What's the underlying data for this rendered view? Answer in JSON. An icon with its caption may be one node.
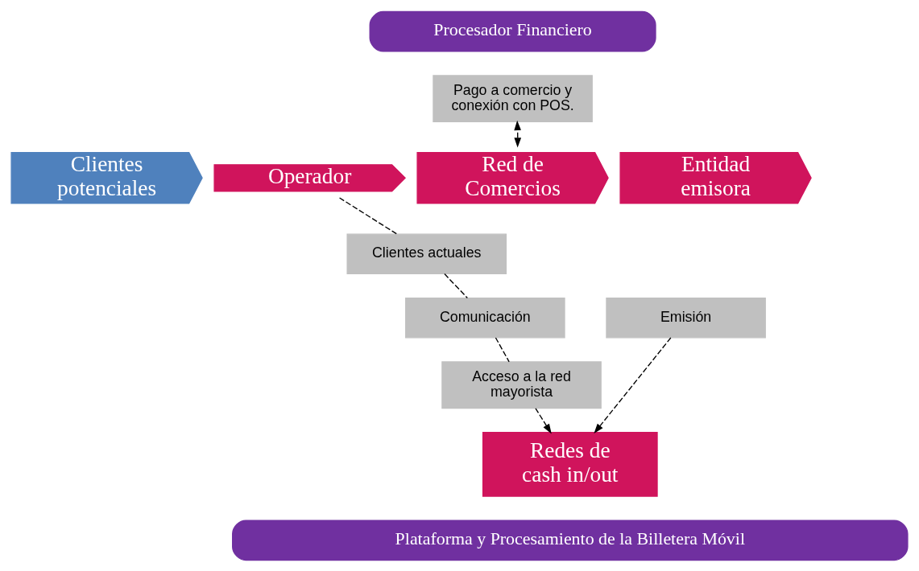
{
  "diagram": {
    "nodes": [
      {
        "text": [
          "Procesador Financiero"
        ]
      },
      {
        "text": [
          "Pago a comercio y conexión con POS."
        ]
      },
      {
        "text": [
          "Clientes potenciales"
        ]
      },
      {
        "text": [
          "Operador"
        ]
      },
      {
        "text": [
          "Red de Comercios"
        ]
      },
      {
        "text": [
          "Entidad emisora"
        ]
      },
      {
        "text": [
          "Clientes actuales"
        ]
      },
      {
        "text": [
          "Comunicación"
        ]
      },
      {
        "text": [
          "Acceso a la red mayorista"
        ]
      },
      {
        "text": [
          "Emisión"
        ]
      },
      {
        "text": [
          "Redes de cash in/out"
        ]
      },
      {
        "text": [
          "Plataforma y Procesamiento de la Billetera Móvil"
        ]
      }
    ],
    "edges": [
      {
        "from": 4,
        "to": 1,
        "arrow": "both",
        "style": "dashed"
      },
      {
        "from": 3,
        "to": 6,
        "arrow": "none",
        "style": "dashed"
      },
      {
        "from": 6,
        "to": 7,
        "arrow": "none",
        "style": "dashed"
      },
      {
        "from": 7,
        "to": 8,
        "arrow": "none",
        "style": "dashed"
      },
      {
        "from": 8,
        "to": 10,
        "arrow": "to",
        "style": "dashed"
      },
      {
        "from": 9,
        "to": 10,
        "arrow": "to",
        "style": "dashed"
      }
    ]
  }
}
